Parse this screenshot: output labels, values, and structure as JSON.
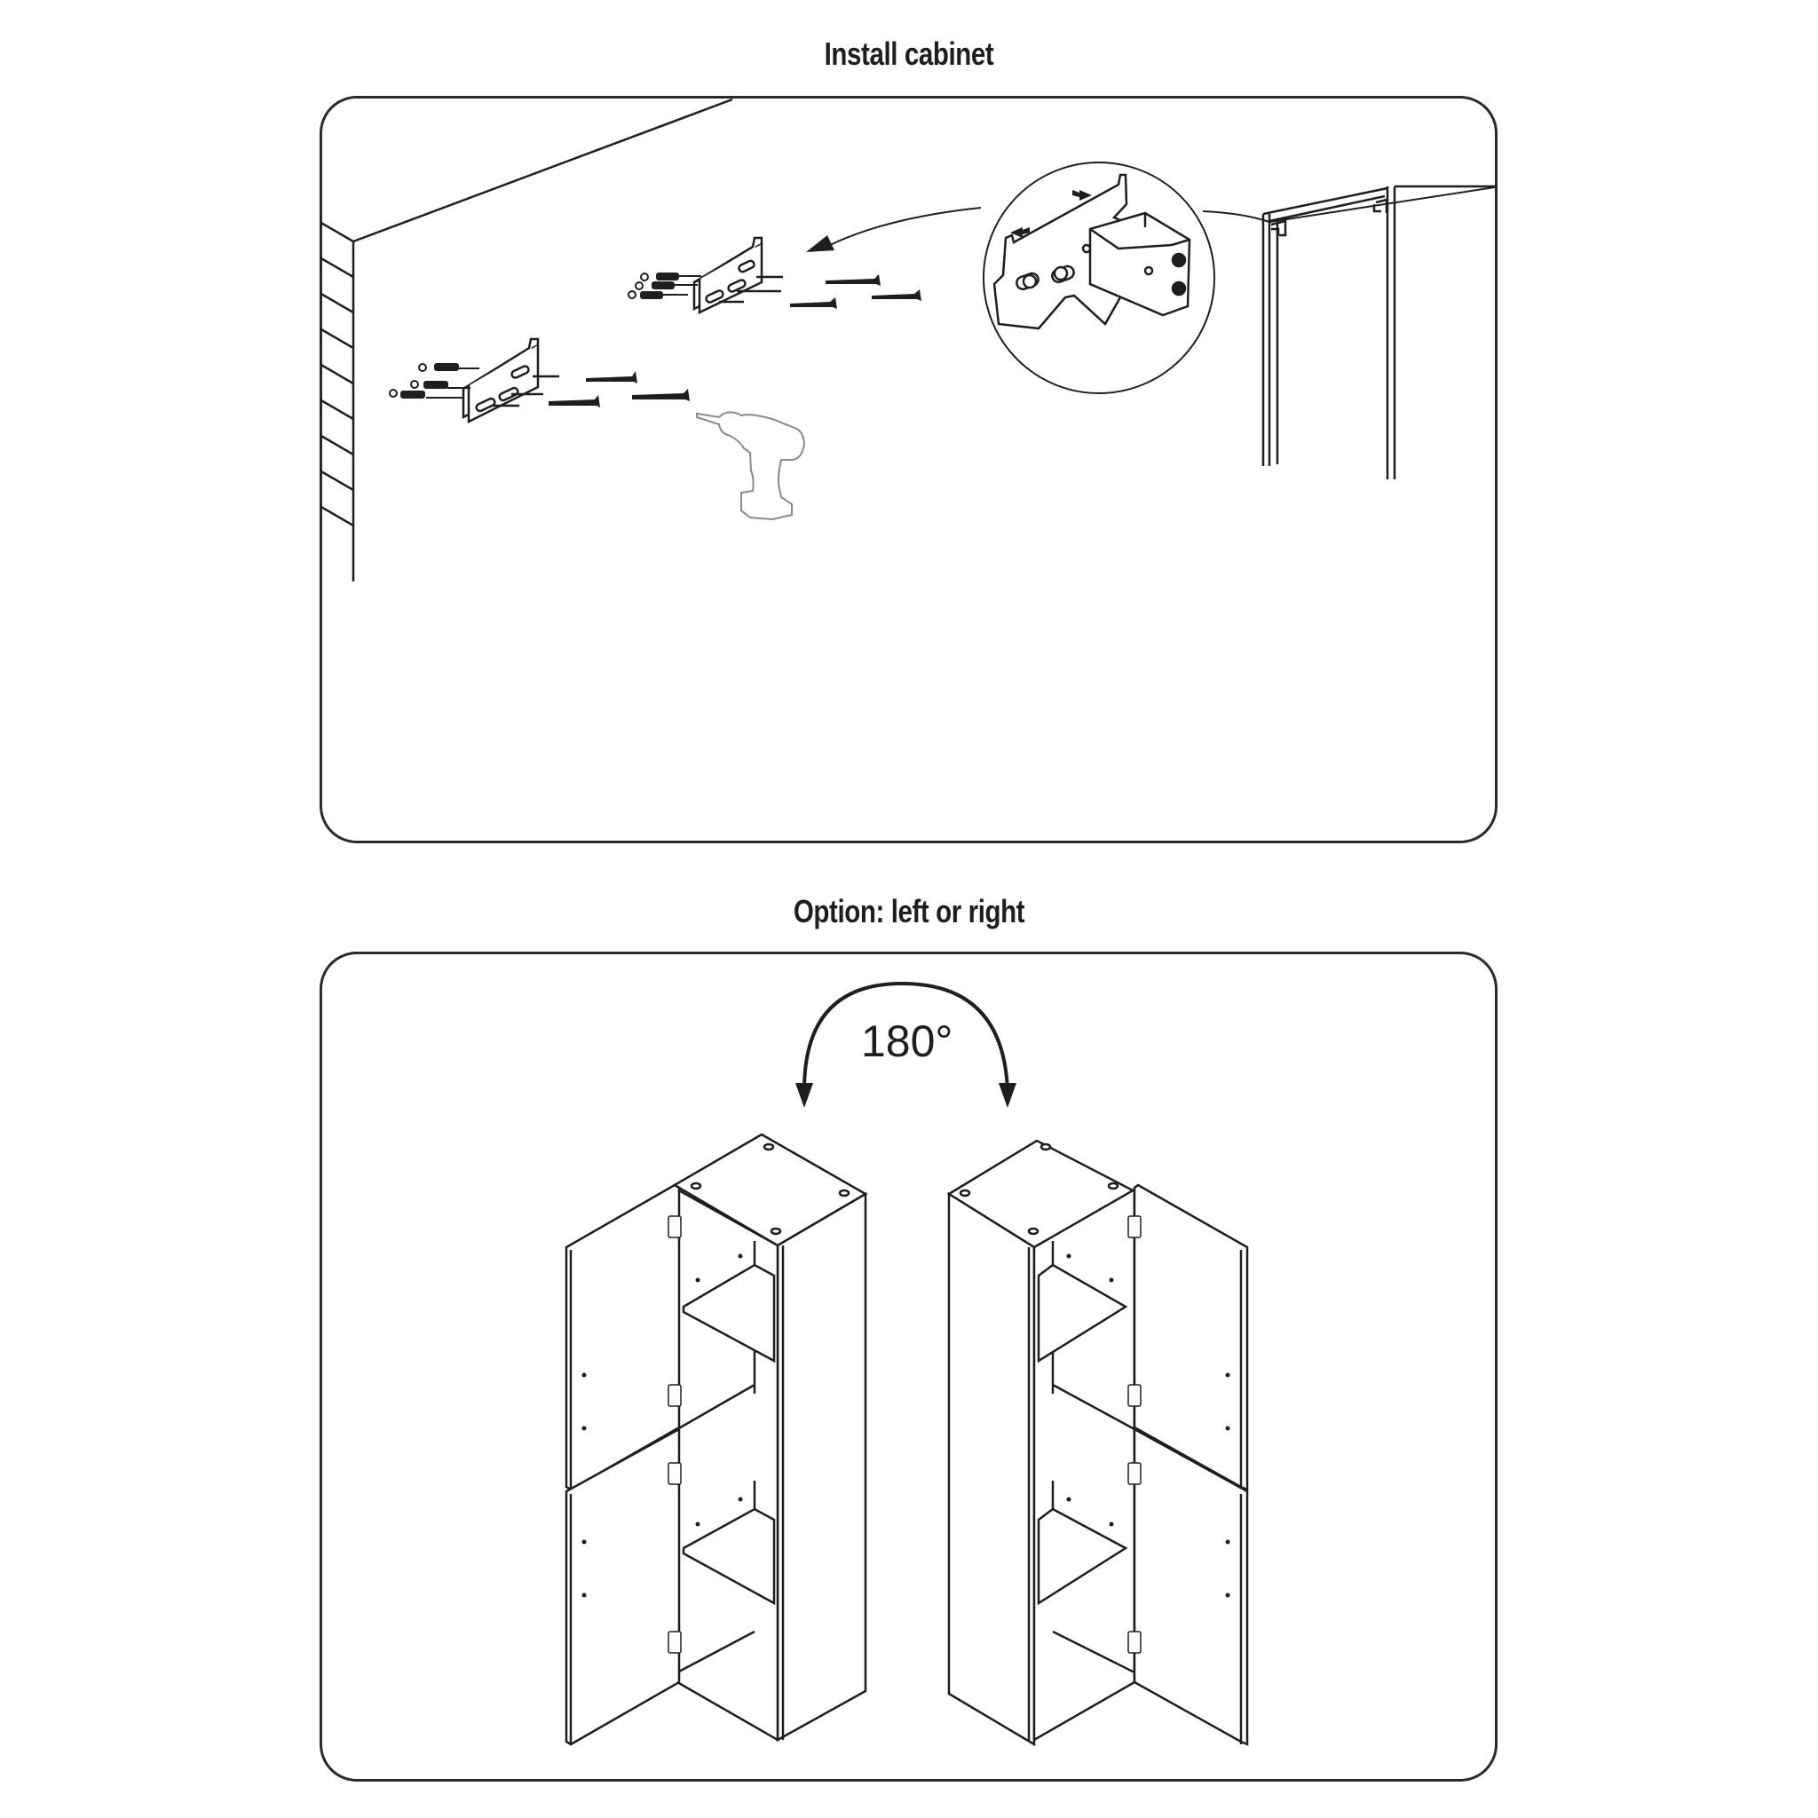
{
  "steps": [
    {
      "title": "Install cabinet",
      "illustration": {
        "elements": [
          "wall",
          "wall-bracket-lower",
          "wall-bracket-upper",
          "wall-plugs",
          "screws",
          "power-drill",
          "detail-magnifier-circle",
          "hanging-bracket-detail",
          "cabinet-back-corner",
          "direction-arrow"
        ],
        "screw_count_per_bracket": 3,
        "plug_count_per_bracket": 3
      }
    },
    {
      "title": "Option: left or right",
      "rotation_label": "180°",
      "illustration": {
        "elements": [
          "rotation-arrow",
          "cabinet-left-hinged",
          "cabinet-right-hinged"
        ],
        "doors_per_cabinet": 2,
        "hinges_per_cabinet": 4,
        "shelves_per_cabinet": 2
      }
    }
  ],
  "colors": {
    "line": "#1e1e1e",
    "border": "#2a2a2a",
    "drill": "#8a8a8a",
    "background": "#ffffff"
  }
}
